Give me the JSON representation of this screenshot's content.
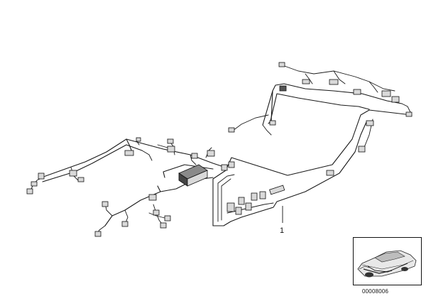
{
  "diagram": {
    "callouts": [
      {
        "label": "1"
      }
    ]
  },
  "thumbnail": {
    "subject": "car-silhouette"
  },
  "reference_number": "00008006"
}
